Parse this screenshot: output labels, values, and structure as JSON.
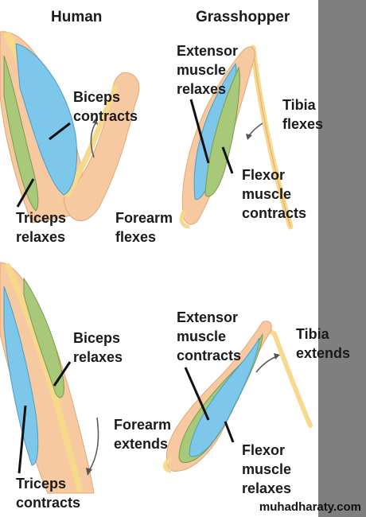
{
  "headers": {
    "human": "Human",
    "grasshopper": "Grasshopper"
  },
  "top": {
    "human": {
      "biceps": "Biceps\ncontracts",
      "triceps": "Triceps\nrelaxes",
      "forearm": "Forearm\nflexes"
    },
    "grasshopper": {
      "extensor": "Extensor\nmuscle\nrelaxes",
      "flexor": "Flexor\nmuscle\ncontracts",
      "tibia": "Tibia\nflexes"
    }
  },
  "bottom": {
    "human": {
      "biceps": "Biceps\nrelaxes",
      "triceps": "Triceps\ncontracts",
      "forearm": "Forearm\nextends"
    },
    "grasshopper": {
      "extensor": "Extensor\nmuscle\ncontracts",
      "flexor": "Flexor\nmuscle\nrelaxes",
      "tibia": "Tibia\nextends"
    }
  },
  "watermark": "muhadharaty.com",
  "colors": {
    "skin": "#f6c9a0",
    "bone": "#f7d98c",
    "blue_muscle": "#7cc7ea",
    "green_muscle": "#a9c97a",
    "sidebar": "#7f7f7f"
  }
}
